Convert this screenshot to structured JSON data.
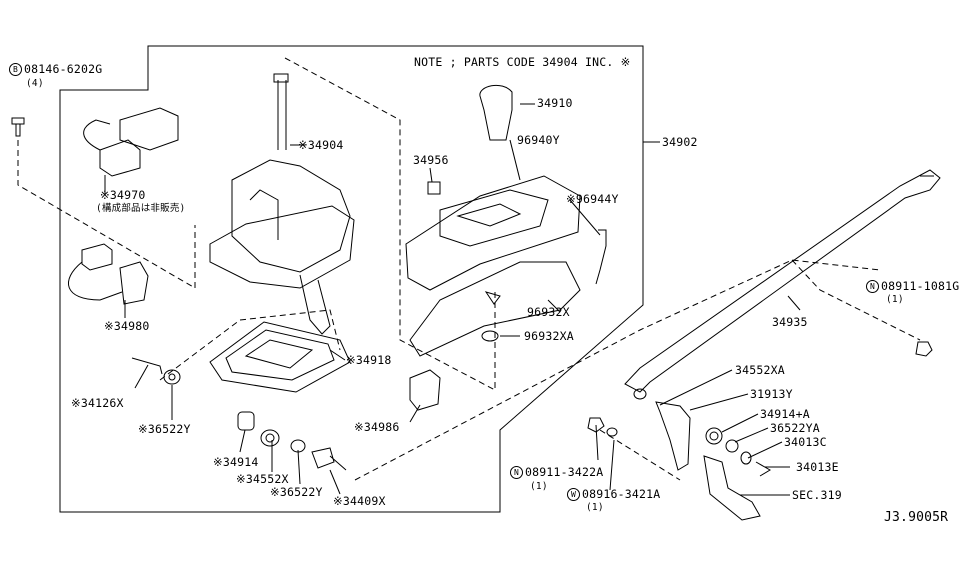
{
  "note": "NOTE ; PARTS CODE 34904 INC. ※",
  "diagram_id": "J3.9005R",
  "labels": {
    "p34910": "34910",
    "p34904": "※34904",
    "p34902": "34902",
    "p34956": "34956",
    "p96940Y": "96940Y",
    "p96944Y": "※96944Y",
    "p34970": "※34970",
    "p34970_note": "(構成部品は非販売)",
    "p34980": "※34980",
    "p96932X": "96932X",
    "p96932XA": "96932XA",
    "p34918": "※34918",
    "p34935": "34935",
    "p34126X": "※34126X",
    "p36522Y_a": "※36522Y",
    "p34986": "※34986",
    "p34914": "※34914",
    "p34552X": "※34552X",
    "p36522Y_b": "※36522Y",
    "p34409X": "※34409X",
    "p34552XA": "34552XA",
    "p31913Y": "31913Y",
    "p34914A": "34914+A",
    "p36522YA": "36522YA",
    "p34013C": "34013C",
    "p34013E": "34013E",
    "sec319": "SEC.319",
    "b08146": {
      "letter": "B",
      "code": "08146-6202G",
      "qty": "(4)"
    },
    "n08911_1081G": {
      "letter": "N",
      "code": "08911-1081G",
      "qty": "(1)"
    },
    "n08911_3422A": {
      "letter": "N",
      "code": "08911-3422A",
      "qty": "(1)"
    },
    "w08916": {
      "letter": "W",
      "code": "08916-3421A",
      "qty": "(1)"
    }
  }
}
